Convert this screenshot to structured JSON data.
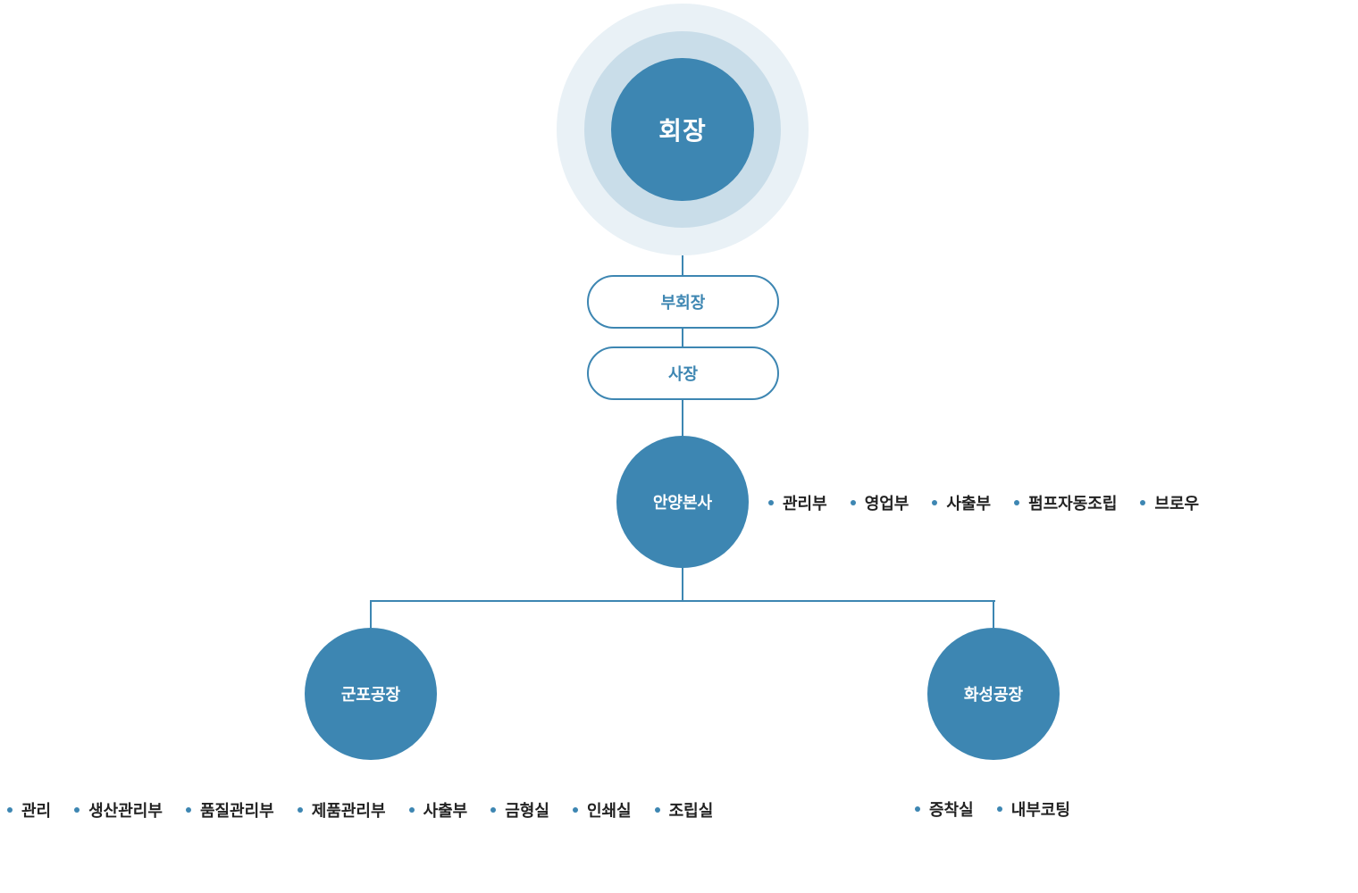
{
  "chart": {
    "chairman": "회장",
    "vice_chairman": "부회장",
    "president": "사장",
    "headquarters": {
      "name": "안양본사",
      "departments": [
        "관리부",
        "영업부",
        "사출부",
        "펌프자동조립",
        "브로우"
      ]
    },
    "gunpo_plant": {
      "name": "군포공장",
      "departments": [
        "관리",
        "생산관리부",
        "품질관리부",
        "제품관리부",
        "사출부",
        "금형실",
        "인쇄실",
        "조립실"
      ]
    },
    "hwaseong_plant": {
      "name": "화성공장",
      "departments": [
        "증착실",
        "내부코팅"
      ]
    }
  },
  "colors": {
    "primary": "#3d86b2",
    "halo_outer": "#e9f1f6",
    "halo_inner": "#c9dde9",
    "text_dark": "#222222"
  }
}
